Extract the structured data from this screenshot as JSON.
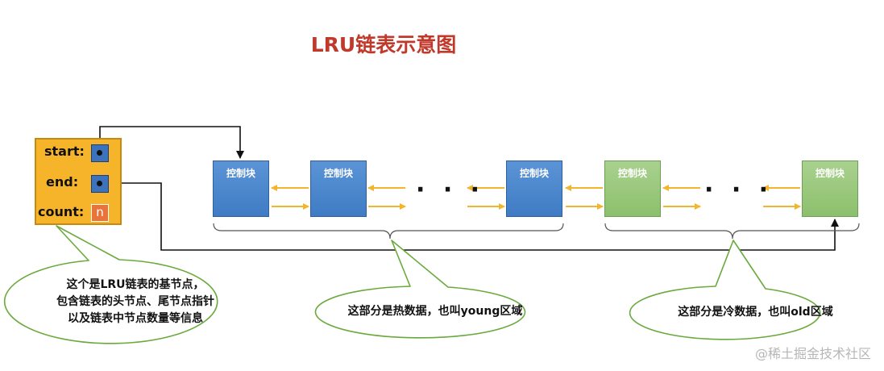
{
  "title": "LRU链表示意图",
  "base_node": {
    "start_label": "start:",
    "end_label": "end:",
    "count_label": "count:",
    "count_value": "n"
  },
  "nodes": [
    {
      "label": "控制块",
      "region": "young"
    },
    {
      "label": "控制块",
      "region": "young"
    },
    {
      "label": "控制块",
      "region": "young"
    },
    {
      "label": "控制块",
      "region": "old"
    },
    {
      "label": "控制块",
      "region": "old"
    }
  ],
  "ellipsis": "· · ·",
  "callouts": {
    "base_node": [
      "这个是LRU链表的基节点，",
      "包含链表的头节点、尾节点指针",
      "以及链表中节点数量等信息"
    ],
    "young": "这部分是热数据，也叫young区域",
    "old": "这部分是冷数据，也叫old区域"
  },
  "watermark": "@稀土掘金技术社区",
  "colors": {
    "title": "#c0392b",
    "hot_node": "#4a86c8",
    "cold_node": "#9bc97e",
    "base_node": "#f6b42a",
    "link_arrow": "#f2b52c",
    "bubble_border": "#6aaa3c"
  }
}
